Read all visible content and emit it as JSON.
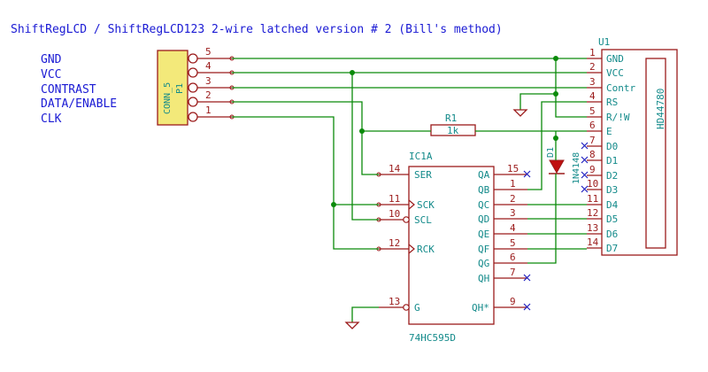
{
  "title": "ShiftRegLCD / ShiftRegLCD123 2-wire latched version # 2 (Bill's method)",
  "signals": [
    "GND",
    "VCC",
    "CONTRAST",
    "DATA/ENABLE",
    "CLK"
  ],
  "connector": {
    "name": "CONN_5",
    "ref": "P1",
    "pins": [
      "5",
      "4",
      "3",
      "2",
      "1"
    ]
  },
  "lcd": {
    "ref": "U1",
    "model": "HD44780",
    "pins": [
      {
        "num": "1",
        "label": "GND"
      },
      {
        "num": "2",
        "label": "VCC"
      },
      {
        "num": "3",
        "label": "Contr"
      },
      {
        "num": "4",
        "label": "RS"
      },
      {
        "num": "5",
        "label": "R/!W"
      },
      {
        "num": "6",
        "label": "E"
      },
      {
        "num": "7",
        "label": "D0"
      },
      {
        "num": "8",
        "label": "D1"
      },
      {
        "num": "9",
        "label": "D2"
      },
      {
        "num": "10",
        "label": "D3"
      },
      {
        "num": "11",
        "label": "D4"
      },
      {
        "num": "12",
        "label": "D5"
      },
      {
        "num": "13",
        "label": "D6"
      },
      {
        "num": "14",
        "label": "D7"
      }
    ]
  },
  "ic": {
    "ref": "IC1A",
    "model": "74HC595D",
    "left_pins": [
      {
        "num": "14",
        "label": "SER"
      },
      {
        "num": "11",
        "label": "SCK"
      },
      {
        "num": "10",
        "label": "SCL"
      },
      {
        "num": "12",
        "label": "RCK"
      },
      {
        "num": "13",
        "label": "G"
      }
    ],
    "right_pins": [
      {
        "num": "15",
        "label": "QA"
      },
      {
        "num": "1",
        "label": "QB"
      },
      {
        "num": "2",
        "label": "QC"
      },
      {
        "num": "3",
        "label": "QD"
      },
      {
        "num": "4",
        "label": "QE"
      },
      {
        "num": "5",
        "label": "QF"
      },
      {
        "num": "6",
        "label": "QG"
      },
      {
        "num": "7",
        "label": "QH"
      },
      {
        "num": "9",
        "label": "QH*"
      }
    ]
  },
  "resistor": {
    "ref": "R1",
    "value": "1k"
  },
  "diode": {
    "ref": "D1",
    "value": "1N4148"
  },
  "colors": {
    "wire": "#0a8a0a",
    "body": "#9b1b1b",
    "text": "#1a1ad4",
    "label": "#138a8a",
    "connector": "#f3e97a"
  }
}
